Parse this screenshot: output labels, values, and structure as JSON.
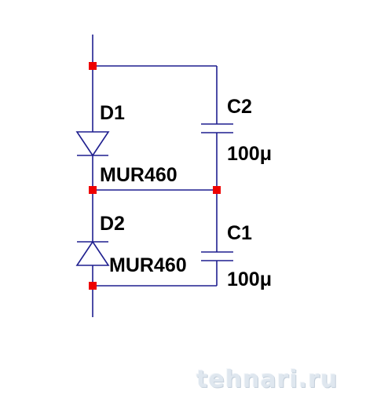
{
  "components": {
    "d1": {
      "ref": "D1",
      "model": "MUR460"
    },
    "d2": {
      "ref": "D2",
      "model": "MUR460"
    },
    "c2": {
      "ref": "C2",
      "value": "100μ"
    },
    "c1": {
      "ref": "C1",
      "value": "100μ"
    }
  },
  "colors": {
    "wire": "#1f1f8f",
    "node": "#ee0000",
    "text": "#000000"
  },
  "watermark": {
    "text": "tehnari.ru"
  }
}
